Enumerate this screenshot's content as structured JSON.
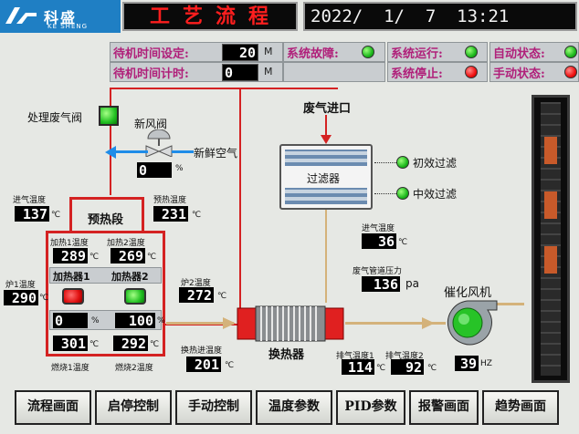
{
  "header": {
    "logo_text": "科盛",
    "logo_sub": "KE SHENG",
    "title": "工艺流程",
    "datetime": "2022/  1/  7  13:21"
  },
  "status": {
    "standby_set_label": "待机时间设定:",
    "standby_set_value": "20",
    "standby_set_unit": "M",
    "standby_count_label": "待机时间计时:",
    "standby_count_value": "0",
    "standby_count_unit": "M",
    "fault_label": "系统故障:",
    "running_label": "系统运行:",
    "auto_label": "自动状态:",
    "stopped_label": "系统停止:",
    "manual_label": "手动状态:"
  },
  "process": {
    "treat_valve_label": "处理废气阀",
    "fresh_valve_label": "新风阀",
    "fresh_air_label": "新鲜空气",
    "fresh_valve_opening": "0",
    "fresh_valve_unit": "%",
    "waste_inlet_label": "废气进口",
    "filter_label": "过滤器",
    "primary_filter_label": "初效过滤",
    "medium_filter_label": "中效过滤",
    "inlet_temp_label": "进气温度",
    "inlet_temp_value": "137",
    "preheat_temp_label": "预热温度",
    "preheat_temp_value": "231",
    "preheat_section_label": "预热段",
    "heat1_temp_label": "加热1温度",
    "heat1_temp_value": "289",
    "heat2_temp_label": "加热2温度",
    "heat2_temp_value": "269",
    "heater1_label": "加热器1",
    "heater2_label": "加热器2",
    "heater1_output": "0",
    "heater2_output": "100",
    "burner1_temp_value": "301",
    "burner2_temp_value": "292",
    "burner1_temp_label": "燃烧1温度",
    "burner2_temp_label": "燃烧2温度",
    "furnace1_temp_label": "炉1温度",
    "furnace1_temp_value": "290",
    "furnace2_temp_label": "炉2温度",
    "furnace2_temp_value": "272",
    "exch_in_temp_label": "换热进温度",
    "exch_in_temp_value": "201",
    "exchanger_label": "换热器",
    "inlet_temp2_label": "进气温度",
    "inlet_temp2_value": "36",
    "duct_pressure_label": "废气管道压力",
    "duct_pressure_value": "136",
    "duct_pressure_unit": "pa",
    "fan_label": "催化风机",
    "fan_freq_value": "39",
    "fan_freq_unit": "HZ",
    "exhaust1_label": "排气温度1",
    "exhaust1_value": "114",
    "exhaust2_label": "排气温度2",
    "exhaust2_value": "92",
    "celsius": "℃"
  },
  "nav": {
    "flow": "流程画面",
    "start_stop": "启停控制",
    "manual": "手动控制",
    "temp_params": "温度参数",
    "pid_params": "PID参数",
    "alarm": "报警画面",
    "trend": "趋势画面"
  },
  "colors": {
    "led_on": "#1db81d",
    "led_alarm": "#f01010",
    "label_magenta": "#b0207a",
    "pipe": "#d4b27a",
    "highlight": "#d42222"
  }
}
